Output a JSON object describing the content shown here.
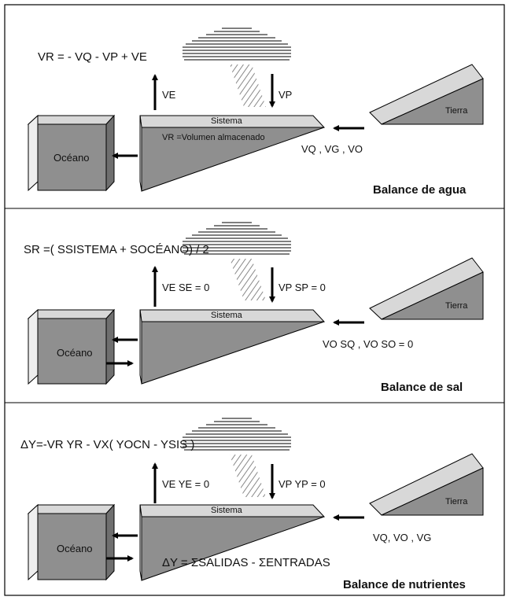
{
  "panels": [
    {
      "equation": "VR = - VQ - VP + VE",
      "up_label": "VE",
      "down_label": "VP",
      "system_label": "Sistema",
      "system_note": "VR =Volumen almacenado",
      "ocean_label": "Océano",
      "land_label": "Tierra",
      "inflow_label": "VQ , VG , VO",
      "title": "Balance de agua"
    },
    {
      "equation": "SR =( SSISTEMA + SOCÉANO) / 2",
      "up_label": "VE SE = 0",
      "down_label": "VP SP = 0",
      "system_label": "Sistema",
      "ocean_label": "Océano",
      "land_label": "Tierra",
      "inflow_label": "VO SQ , VO SO = 0",
      "title": "Balance de sal"
    },
    {
      "equation": "ΔY=-VR YR - VX( YOCN - YSIS )",
      "up_label": "VE YE = 0",
      "down_label": "VP YP = 0",
      "system_label": "Sistema",
      "ocean_label": "Océano",
      "land_label": "Tierra",
      "inflow_label": "VQ, VO , VG",
      "sum_equation": "ΔY = ΣSALIDAS - ΣENTRADAS",
      "title": "Balance de nutrientes"
    }
  ]
}
